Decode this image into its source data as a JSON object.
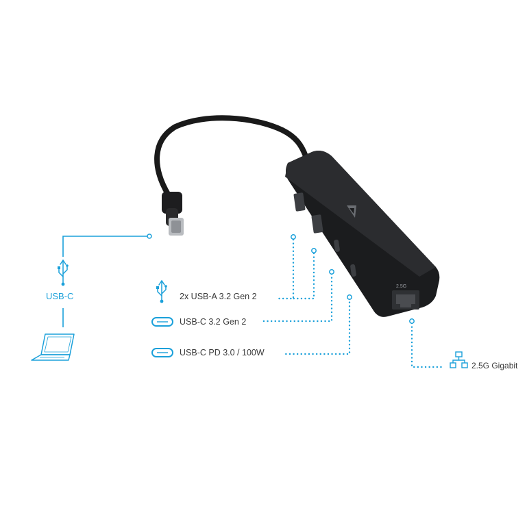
{
  "host": {
    "label": "USB-C",
    "icon": "usb-icon",
    "device_icon": "laptop-icon"
  },
  "ports": [
    {
      "label": "2x USB-A 3.2 Gen 2",
      "icon": "usb-icon"
    },
    {
      "label": "USB-C 3.2 Gen 2",
      "icon": "usb-c-port-icon"
    },
    {
      "label": "USB-C PD 3.0 / 100W",
      "icon": "usb-c-port-icon"
    },
    {
      "label": "2.5G Gigabit",
      "icon": "network-icon"
    }
  ],
  "device": {
    "ethernet_label": "2.5G",
    "logo": "v7-logo"
  },
  "colors": {
    "accent": "#1aa0da",
    "hub_body": "#1b1c1e",
    "hub_edge": "#2b2c2f",
    "text": "#3a3a3a"
  }
}
